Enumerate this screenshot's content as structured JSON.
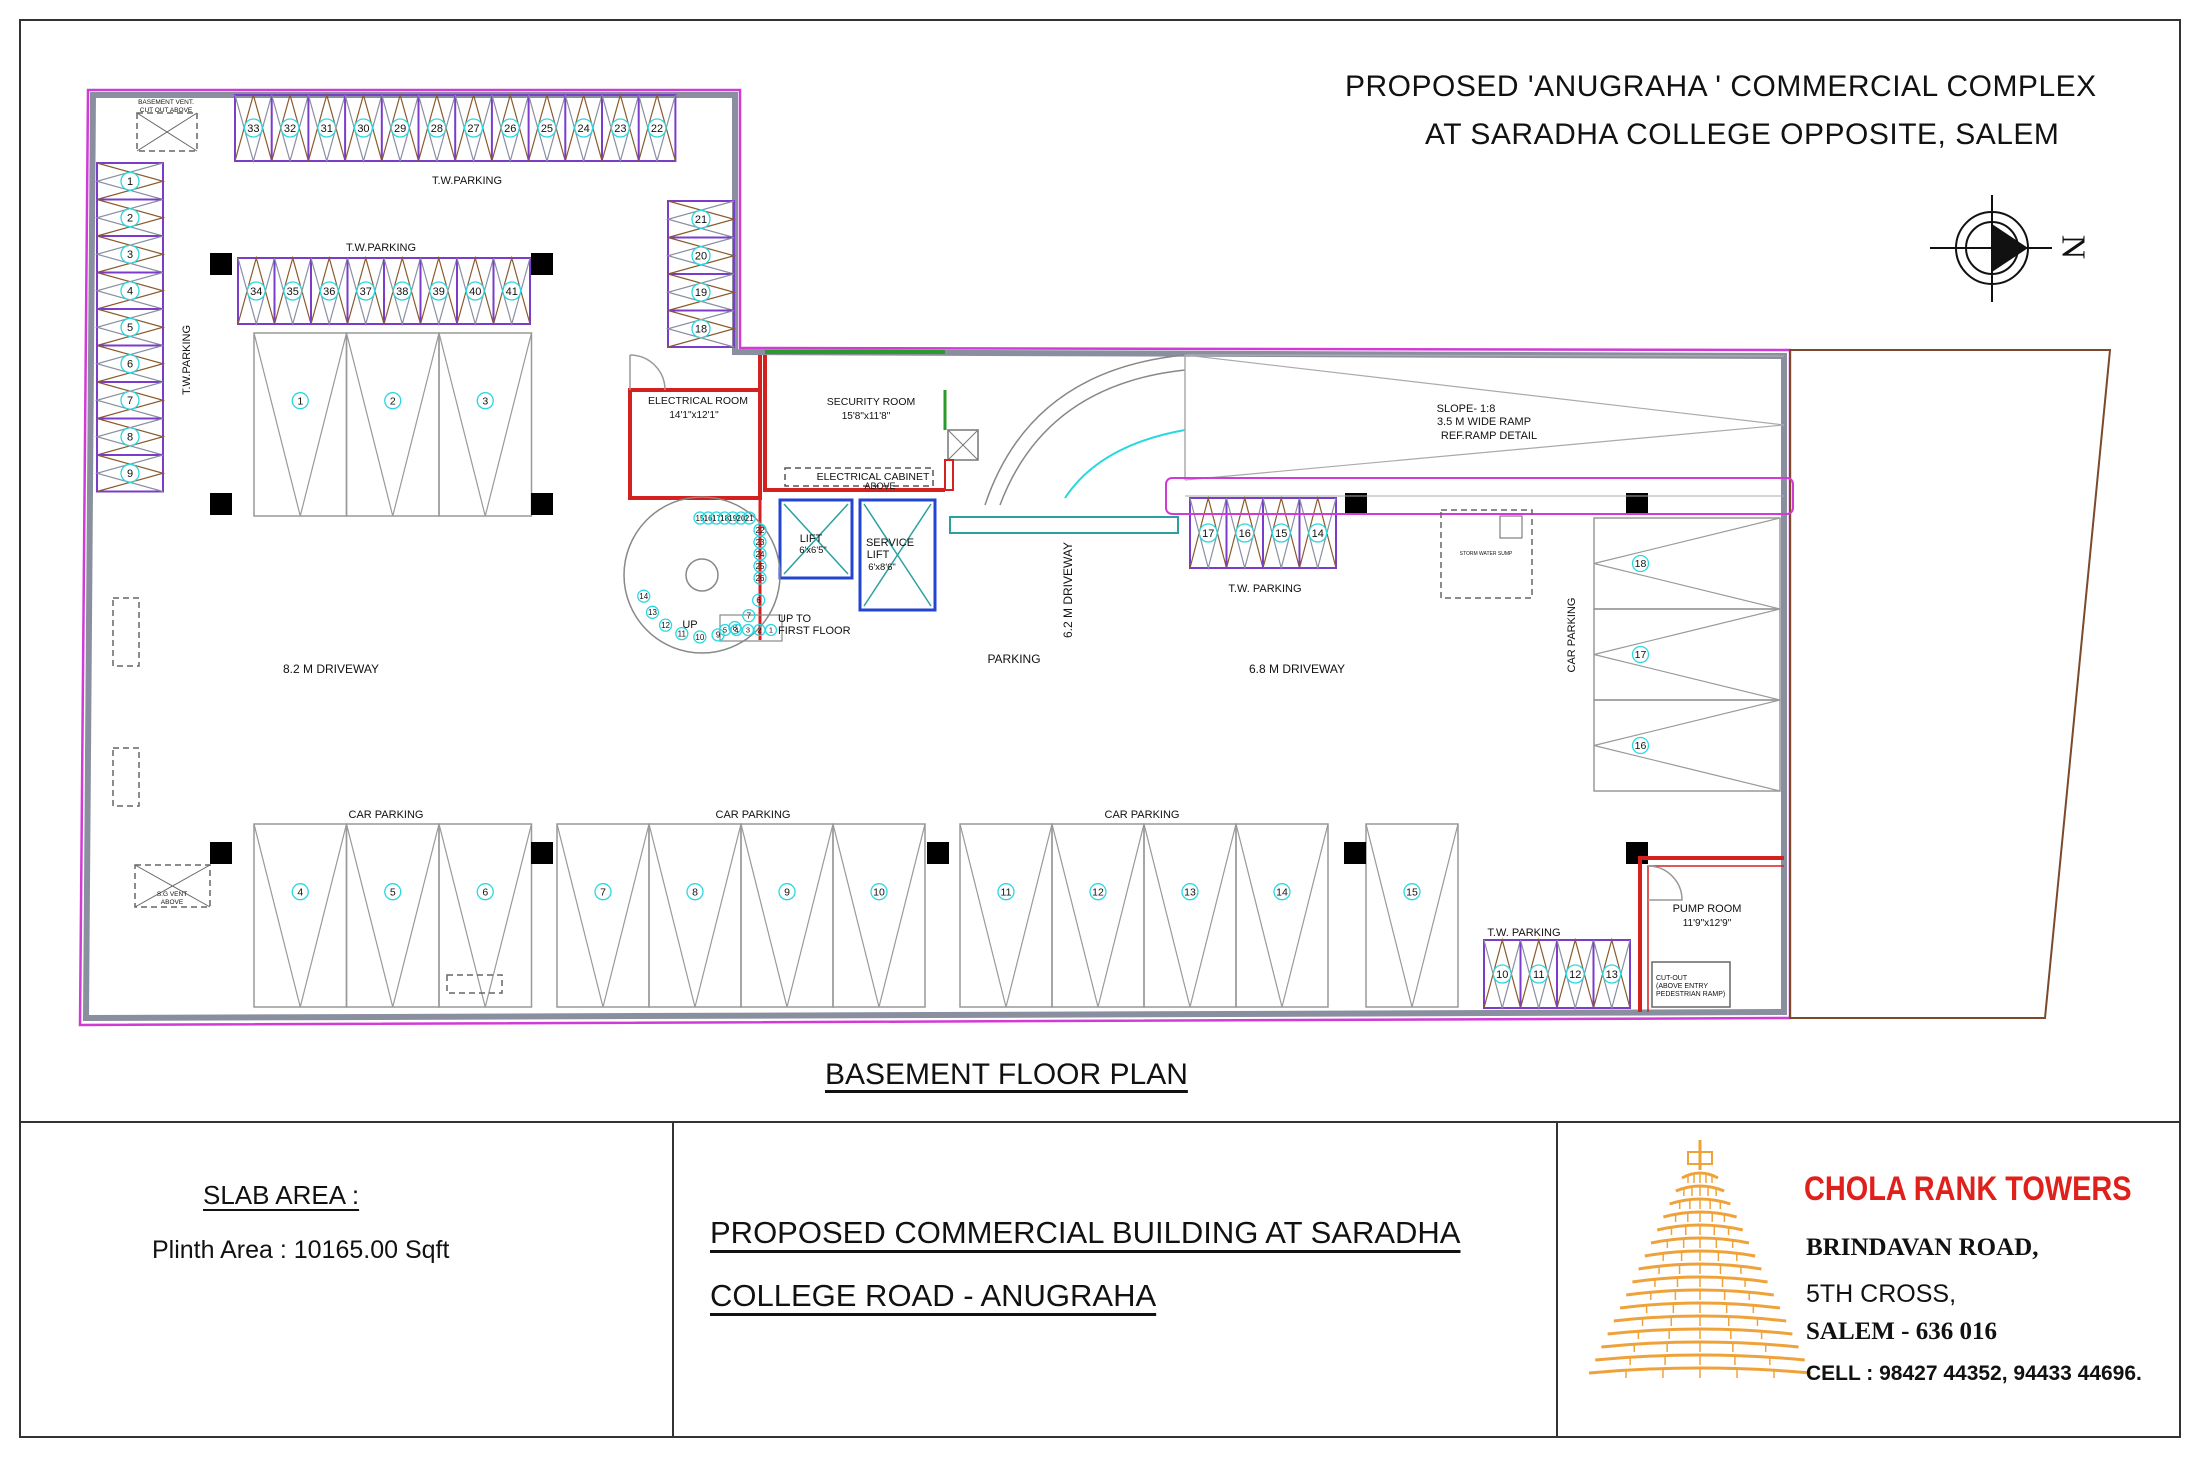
{
  "header": {
    "line1": "PROPOSED 'ANUGRAHA ' COMMERCIAL COMPLEX",
    "line2": "AT SARADHA COLLEGE OPPOSITE, SALEM",
    "north_mark": "N"
  },
  "plan": {
    "title": "BASEMENT FLOOR PLAN",
    "labels": {
      "tw_parking_top": "T.W.PARKING",
      "tw_parking_mid": "T.W.PARKING",
      "tw_parking_left": "T.W.PARKING",
      "tw_parking_right": "T.W. PARKING",
      "tw_parking_bottom": "T.W. PARKING",
      "car_parking_right": "CAR PARKING",
      "car_parking_bottom": [
        "CAR PARKING",
        "CAR PARKING",
        "CAR PARKING"
      ],
      "driveway_82": "8.2 M DRIVEWAY",
      "driveway_68": "6.8 M DRIVEWAY",
      "driveway_62": "6.2 M DRIVEWAY",
      "parking": "PARKING",
      "electrical_room": "ELECTRICAL ROOM",
      "electrical_room_size": "14'1\"x12'1\"",
      "security_room": "SECURITY ROOM",
      "security_room_size": "15'8\"x11'8\"",
      "electrical_cabinet": "ELECTRICAL CABINET",
      "electrical_cabinet_2": "ABOVE",
      "lift": "LIFT",
      "lift_size": "6'x6'5\"",
      "service_lift": "SERVICE",
      "service_lift_2": "LIFT",
      "service_lift_size": "6'x8'6\"",
      "up": "UP",
      "up_to_first": "UP TO",
      "up_to_first_2": "FIRST FLOOR",
      "ramp_slope": "SLOPE- 1:8",
      "ramp_width": "3.5 M  WIDE RAMP",
      "ramp_ref": "REF.RAMP DETAIL",
      "pump_room": "PUMP ROOM",
      "pump_room_size": "11'9\"x12'9\"",
      "cutout": "CUT-OUT",
      "cutout_2": "(ABOVE ENTRY",
      "cutout_3": "PEDESTRIAN RAMP)",
      "storm_sump": "STORM WATER SUMP",
      "basement_vent": "BASEMENT VENT.",
      "cut_out_above": "CUT OUT ABOVE",
      "sg_vent": "S.G VENT",
      "sg_vent_2": "ABOVE"
    },
    "tw_top": [
      "33",
      "32",
      "31",
      "30",
      "29",
      "28",
      "27",
      "26",
      "25",
      "24",
      "23",
      "22"
    ],
    "tw_mid": [
      "34",
      "35",
      "36",
      "37",
      "38",
      "39",
      "40",
      "41"
    ],
    "tw_left": [
      "1",
      "2",
      "3",
      "4",
      "5",
      "6",
      "7",
      "8",
      "9"
    ],
    "tw_col": [
      "21",
      "20",
      "19",
      "18"
    ],
    "tw_right": [
      "17",
      "16",
      "15",
      "14"
    ],
    "tw_bottom": [
      "10",
      "11",
      "12",
      "13"
    ],
    "car_top": [
      "1",
      "2",
      "3"
    ],
    "car_right": [
      "18",
      "17",
      "16"
    ],
    "car_bottom": [
      "4",
      "5",
      "6",
      "7",
      "8",
      "9",
      "10",
      "11",
      "12",
      "13",
      "14",
      "15"
    ],
    "stair_a": [
      "14",
      "13",
      "12",
      "11",
      "10",
      "9",
      "8",
      "7",
      "6"
    ],
    "stair_b": [
      "15",
      "16",
      "17",
      "18",
      "19",
      "20",
      "21",
      "22",
      "23",
      "24",
      "25",
      "26"
    ],
    "stair_c": [
      "5",
      "4",
      "3",
      "2",
      "1"
    ]
  },
  "footer": {
    "slab_heading": "SLAB AREA :",
    "plinth": "Plinth Area : 10165.00 Sqft",
    "project_line1": "PROPOSED COMMERCIAL BUILDING AT SARADHA",
    "project_line2": "COLLEGE ROAD - ANUGRAHA",
    "firm": "CHOLA RANK TOWERS",
    "addr1": "BRINDAVAN ROAD,",
    "addr2": "5TH CROSS,",
    "addr3": "SALEM - 636 016",
    "cell": "CELL : 98427 44352, 94433 44696."
  },
  "colors": {
    "wall": "#8a8fa0",
    "boundary": "#d23ad6",
    "tw_bay": "#7a3cc9",
    "room_wall": "#d52020",
    "marker": "#2ad7e0",
    "firm": "#e0201b",
    "logo": "#f0a23a"
  }
}
